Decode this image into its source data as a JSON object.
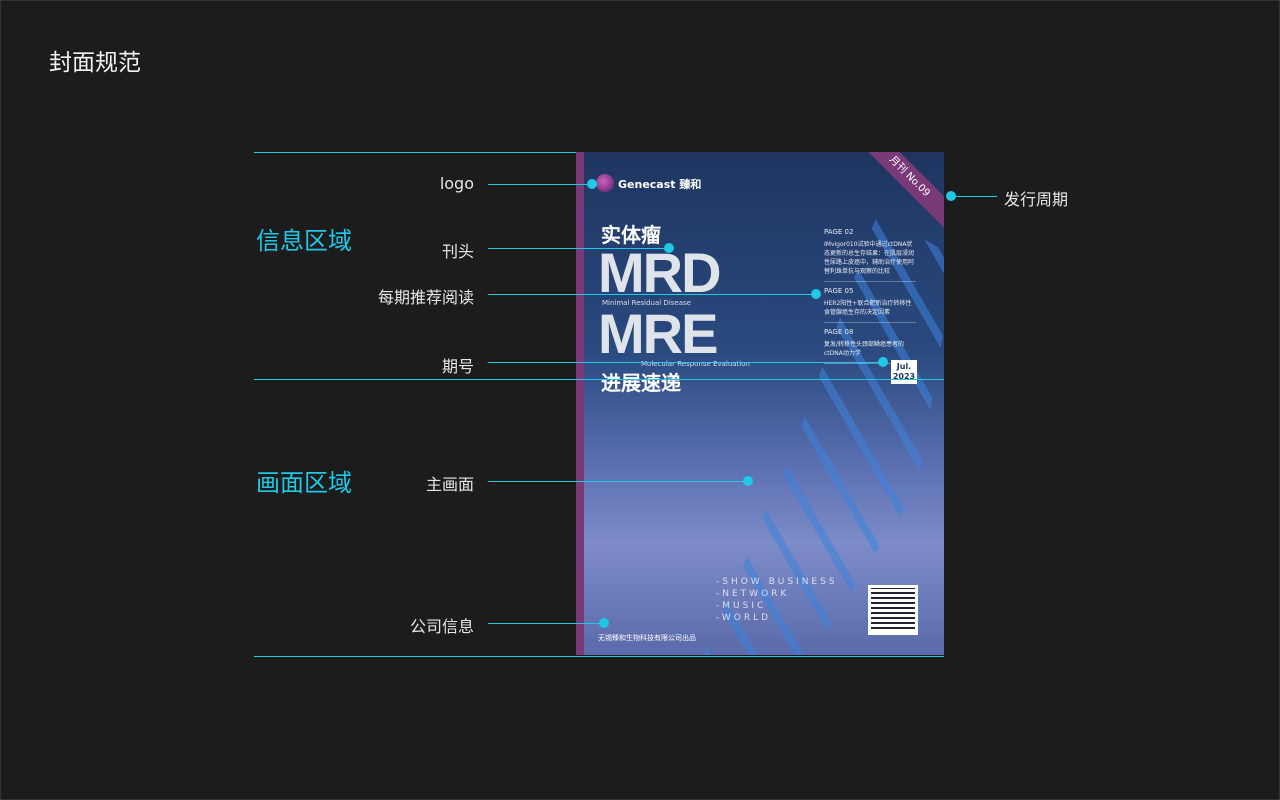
{
  "page_title": "封面规范",
  "regions": {
    "info": "信息区域",
    "image": "画面区域"
  },
  "annotations": {
    "logo": "logo",
    "masthead": "刊头",
    "recommended": "每期推荐阅读",
    "issue": "期号",
    "main_image": "主画面",
    "company": "公司信息",
    "frequency": "发行周期"
  },
  "cover": {
    "logo_text": "Genecast 臻和",
    "ribbon": "月刊 No.09",
    "headline_top": "实体瘤",
    "mrd": "MRD",
    "mrd_sub": "Minimal Residual Disease",
    "mre": "MRE",
    "mre_sub": "Molecular Response Evaluation",
    "headline_bottom": "进展速递",
    "reading": [
      {
        "page": "PAGE 02",
        "text": "IMvigor010试验中通过ctDNA状态更新的总生存结果：在肌层浸润性尿路上皮癌中，辅助治疗使用阿替利珠单抗与观察的比较"
      },
      {
        "page": "PAGE 05",
        "text": "HER2阳性+联合靶新治疗转移性食管腺癌生存的决定因素"
      },
      {
        "page": "PAGE 08",
        "text": "复发/转移性头颈部鳞癌患者的ctDNA动力学"
      }
    ],
    "issue_month": "Jul.",
    "issue_year": "2023",
    "side_tags": [
      "-SHOW BUSINESS",
      "-NETWORK",
      "-MUSIC",
      "-WORLD"
    ],
    "company": "无锡臻和生物科技有限公司出品"
  }
}
